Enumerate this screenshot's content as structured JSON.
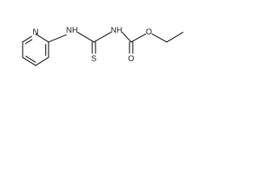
{
  "molecule": {
    "atoms": {
      "ring_n": "N",
      "amine_nh": "NH",
      "thio_s": "S",
      "carbamate_nh": "NH",
      "carbonyl_o": "O",
      "ester_o": "O"
    }
  }
}
